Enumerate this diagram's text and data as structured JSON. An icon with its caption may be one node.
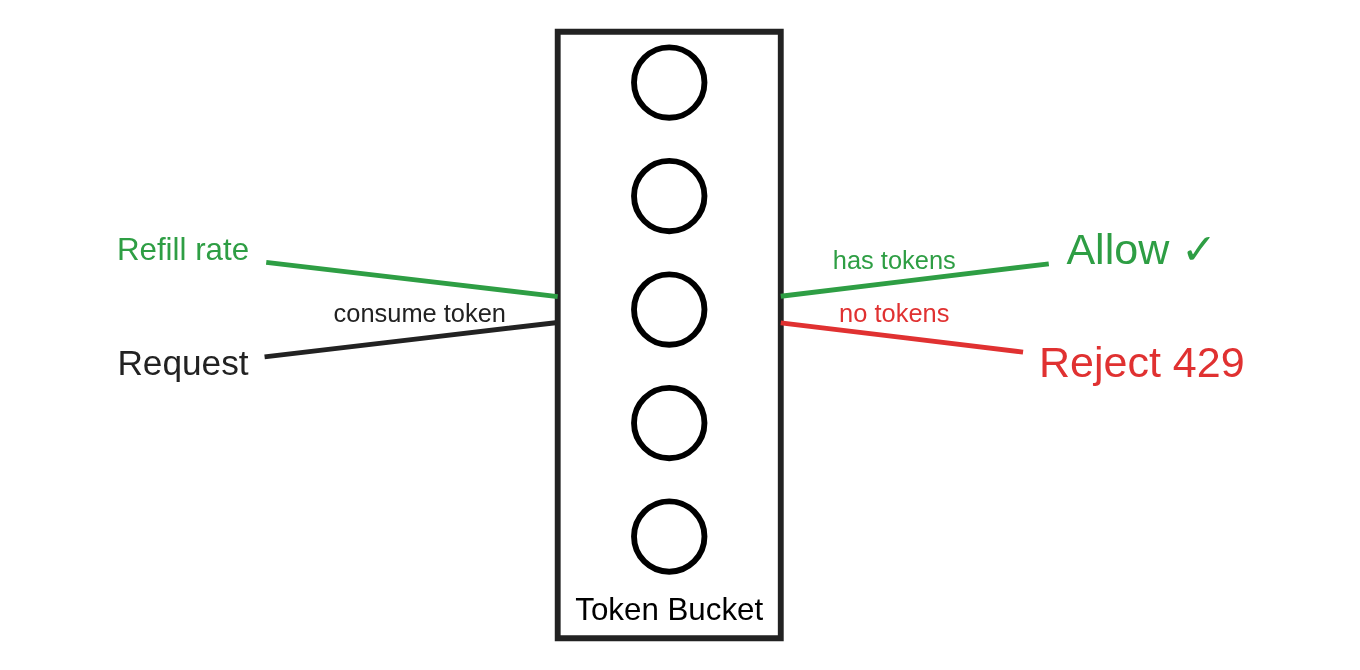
{
  "diagram": {
    "nodes": [
      {
        "text": [
          "Refill rate"
        ]
      },
      {
        "text": [
          "Request"
        ]
      },
      {
        "text": [
          "Token Bucket"
        ]
      },
      {
        "text": [],
        "shape": "circle",
        "in": 2
      },
      {
        "text": [],
        "shape": "circle",
        "in": 2
      },
      {
        "text": [],
        "shape": "circle",
        "in": 2
      },
      {
        "text": [],
        "shape": "circle",
        "in": 2
      },
      {
        "text": [],
        "shape": "circle",
        "in": 2
      },
      {
        "text": [
          "Allow ✓"
        ]
      },
      {
        "text": [
          "Reject 429"
        ]
      }
    ],
    "edges": [
      {
        "from": 0,
        "to": 2,
        "arrow": "none",
        "color": "#2e9e44"
      },
      {
        "from": 1,
        "to": 2,
        "arrow": "none",
        "label": "consume token",
        "color": "#222222"
      },
      {
        "from": 2,
        "to": 8,
        "arrow": "none",
        "label": "has tokens",
        "color": "#2e9e44"
      },
      {
        "from": 2,
        "to": 9,
        "arrow": "none",
        "label": "no tokens",
        "color": "#e03131"
      }
    ]
  }
}
